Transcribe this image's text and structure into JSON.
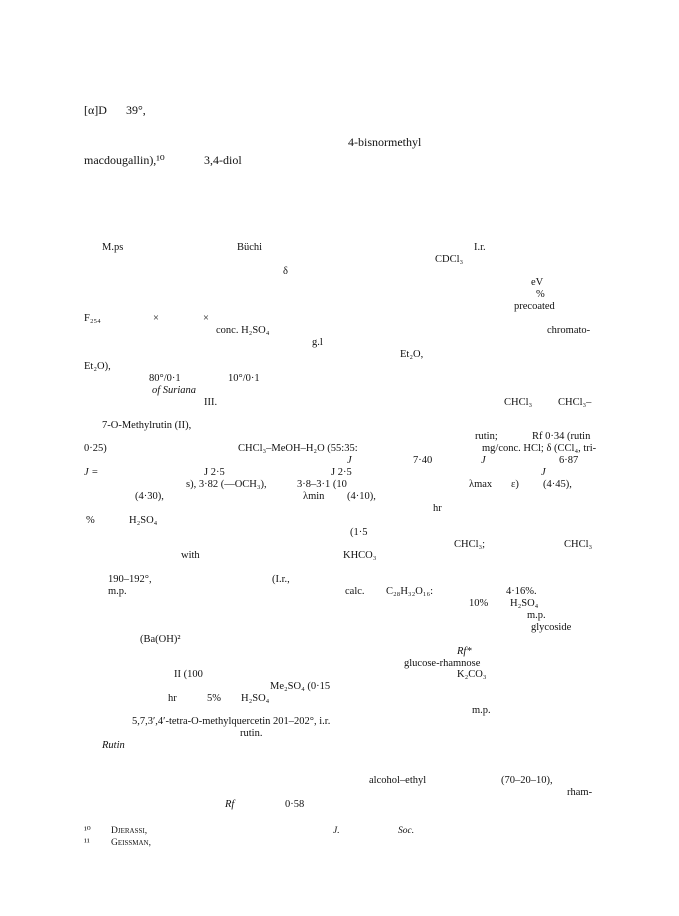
{
  "page": {
    "alpha_d": "[α]D",
    "alpha_value": "39°,",
    "bisnormethyl": "4-bisnormethyl",
    "macdougallin": "macdougallin),¹⁰",
    "diol": "3,4-diol",
    "mps": "M.ps",
    "buchi": "Büchi",
    "ir": "I.r.",
    "cdcl3_a": "CDCl₃",
    "delta_sym": "δ",
    "ev": "eV",
    "pct_sym": "%",
    "precoated": "precoated",
    "f254": "F₂₅₄",
    "times_a": "×",
    "times_b": "×",
    "conc_h2so4": "conc. H₂SO₄",
    "chromato": "chromato-",
    "gl": "g.l",
    "et2o_a": "Et₂O,",
    "et2o_b": "Et₂O),",
    "t80": "80°/0·1",
    "t10": "10°/0·1",
    "of_suriana": "of Suriana",
    "iii": "III.",
    "chcl3_b": "CHCl₃",
    "chcl3_dash": "CHCl₃–",
    "methylrutin_heading": "7-O-Methylrutin (II),",
    "rutin_semi": "rutin;",
    "rf034": "Rf 0·34 (rutin",
    "v025": "0·25)",
    "solvent_mix": "CHCl₃–MeOH–H₂O (55:35:",
    "mg_conc_hcl": "mg/conc. HCl; δ (CCl₄, tri-",
    "j_sym_a": "J",
    "v740": "7·40",
    "j_sym_b": "J",
    "v687": "6·87",
    "j_eq": "J =",
    "j25a": "J  2·5",
    "j25b": "J  2·5",
    "j_sym_c": "J",
    "och3": "s), 3·82 (—OCH₃),",
    "range38": "3·8–3·1 (10",
    "lambda_max": "λmax",
    "epsilon": "ε)",
    "v445": "(4·45),",
    "v430": "(4·30),",
    "lambda_min": "λmin",
    "v410": "(4·10),",
    "hr_a": "hr",
    "pct_b": "%",
    "h2so4_a": "H₂SO₄",
    "v15": "(1·5",
    "chcl3_semi": "CHCl₃;",
    "chcl3_c": "CHCl₃",
    "with": "with",
    "khco3": "KHCO₃",
    "mp190": "190–192°,",
    "ir_paren": "(I.r.,",
    "mp_a": "m.p.",
    "calc": "calc.",
    "formula": "C₂₈H₃₂O₁₆:",
    "v416": "4·16%.",
    "ten_pct": "10%",
    "h2so4_b": "H₂SO₄",
    "mp_b": "m.p.",
    "glycoside": "glycoside",
    "baoh": "(Ba(OH)²",
    "rf_star": "Rf*",
    "glucose_rhamnose": "glucose-rhamnose",
    "ii100": "II (100",
    "k2co3": "K₂CO₃",
    "me2so4": "Me₂SO₄ (0·15",
    "hr_b": "hr",
    "five_pct": "5%",
    "h2so4_c": "H₂SO₄",
    "mp_c": "m.p.",
    "tetra_o": "5,7,3′,4′-tetra-O-methylquercetin 201–202°, i.r.",
    "rutin_dot": "rutin.",
    "rutin_italic": "Rutin",
    "alcohol_ethyl": "alcohol–ethyl",
    "ratio": "(70–20–10),",
    "rham": "rham-",
    "rf_b": "Rf",
    "v058": "0·58",
    "fn10_num": "¹⁰",
    "fn10_name": "Djerassi,",
    "fn10_j": "J.",
    "fn10_soc": "Soc.",
    "fn11_num": "¹¹",
    "fn11_name": "Geissman,"
  }
}
